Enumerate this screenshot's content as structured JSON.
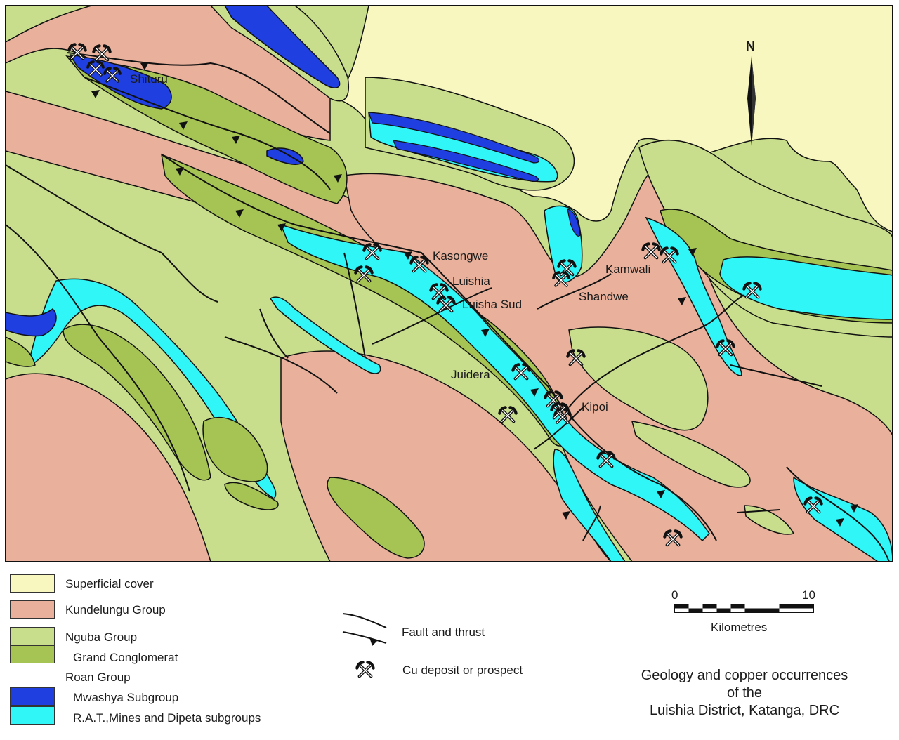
{
  "colors": {
    "superficial": "#f8f7c0",
    "kundelungu": "#e9b19b",
    "nguba": "#c8de8c",
    "conglomerat": "#a6c453",
    "mwashya": "#1f3fe0",
    "rat": "#30f6f8",
    "line": "#111111"
  },
  "north_label": "N",
  "places": [
    {
      "name": "Shituru"
    },
    {
      "name": "Kasongwe"
    },
    {
      "name": "Luishia"
    },
    {
      "name": "Luisha Sud"
    },
    {
      "name": "Kamwali"
    },
    {
      "name": "Shandwe"
    },
    {
      "name": "Juidera"
    },
    {
      "name": "Kipoi"
    }
  ],
  "legend": {
    "units": [
      {
        "label": "Superficial cover",
        "color": "#f8f7c0"
      },
      {
        "label": "Kundelungu Group",
        "color": "#e9b19b"
      },
      {
        "label": "Nguba Group",
        "color": "#c8de8c"
      },
      {
        "label": "Grand Conglomerat",
        "color": "#a6c453"
      },
      {
        "label": "Roan Group",
        "color": null
      },
      {
        "label": "Mwashya Subgroup",
        "color": "#1f3fe0"
      },
      {
        "label": "R.A.T.,Mines and Dipeta subgroups",
        "color": "#30f6f8"
      }
    ],
    "fault_label": "Fault and thrust",
    "deposit_label": "Cu deposit or prospect"
  },
  "scale": {
    "start": "0",
    "end": "10",
    "unit": "Kilometres"
  },
  "title_lines": [
    "Geology and copper occurrences",
    "of the",
    "Luishia District, Katanga, DRC"
  ]
}
